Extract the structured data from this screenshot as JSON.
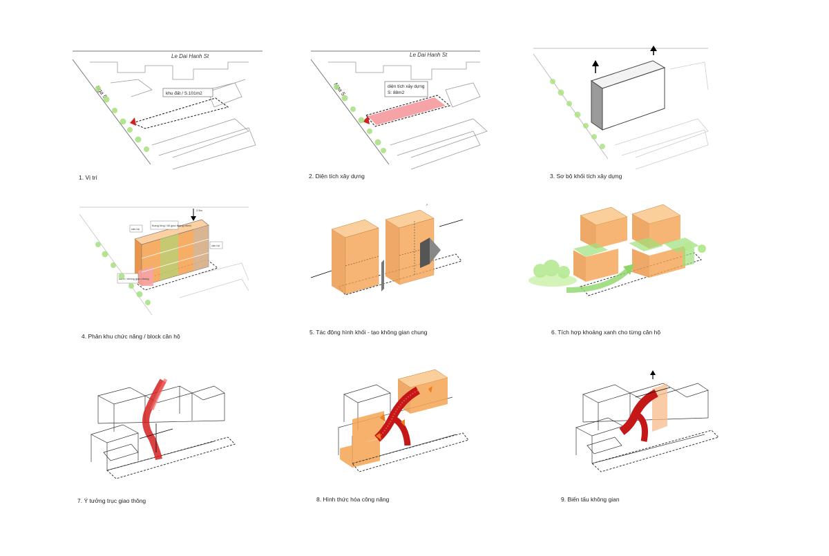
{
  "captions": [
    "1. Vị trí",
    "2. Diện tích xây dựng",
    "3. Sơ bộ khối tích xây dựng",
    "4. Phân khu chức năng / block căn hộ",
    "5. Tác động hình khối - tạo không gian chung",
    "6. Tích hợp khoảng xanh cho từng căn hộ",
    "7. Ý tưởng trục giao thông",
    "8. Hình thức hóa công năng",
    "9. Biến tấu không gian"
  ],
  "streets": {
    "main": "Le Dai Hanh St",
    "side": "Nga 5"
  },
  "panel1": {
    "area_label": "khu đất / S.101m2"
  },
  "panel2": {
    "area_label_line1": "diện tích xây dựng",
    "area_label_line2": "S: 88m2"
  },
  "panel4": {
    "height_label": "2.5m",
    "tag_apartment_left": "căn hộ",
    "tag_apartment_right": "căn hộ",
    "tag_core": "thang lồng / lõi giao thông chính",
    "tag_lobby": "sảnh / không gian chung"
  },
  "colors": {
    "orange": "#f5a352",
    "green": "#9fe07a",
    "red": "#d42020",
    "pink": "#f6a3a8"
  }
}
